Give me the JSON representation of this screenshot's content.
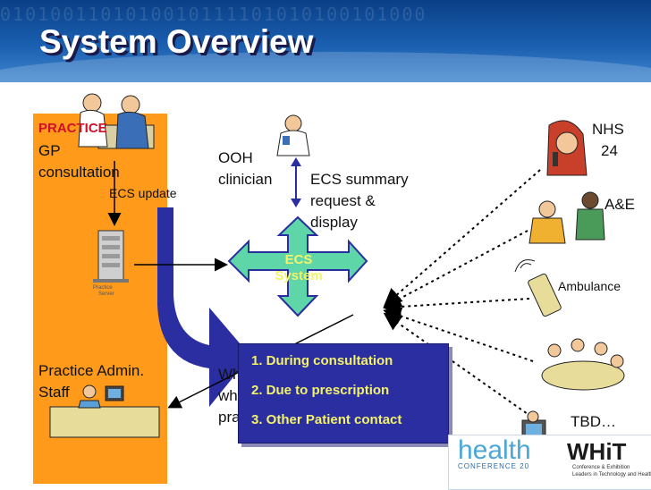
{
  "slide": {
    "title": "System Overview",
    "header_digits": "0101001101010010111101010100101000"
  },
  "practice": {
    "label": "PRACTICE",
    "gp": "GP",
    "consultation": "consultation",
    "ecs_update": "ECS update",
    "server_label_1": "Practice",
    "server_label_2": "Server",
    "admin_1": "Practice Admin.",
    "admin_2": "Staff"
  },
  "ooh": {
    "line1": "OOH",
    "line2": "clinician"
  },
  "ecs_summary": {
    "line1": "ECS summary",
    "line2": "request &",
    "line3": "display"
  },
  "ecs_system": {
    "line1": "ECS",
    "line2": "System"
  },
  "who_saw": {
    "line1": "Who saw",
    "line2": "who for",
    "line3": "practice?"
  },
  "reasons": [
    "1. During consultation",
    "2. Due to prescription",
    "3. Other Patient contact"
  ],
  "services": {
    "nhs24_1": "NHS",
    "nhs24_2": "24",
    "ae": "A&E",
    "ambulance": "Ambulance",
    "tbd": "TBD…"
  },
  "footer": {
    "health": "health",
    "conference": "CONFERENCE 20",
    "whit": "WHiT",
    "sub1": "Conference & Exhibition",
    "sub2": "Leaders in Technology and Healthcare"
  },
  "colors": {
    "header_blue": "#1a5fb0",
    "practice_orange": "#ff9a1a",
    "ecs_fill": "#5ed6a8",
    "list_box": "#2a2ea0",
    "highlight_yellow": "#f4f26a",
    "arrow_blue": "#2a2ea0"
  }
}
